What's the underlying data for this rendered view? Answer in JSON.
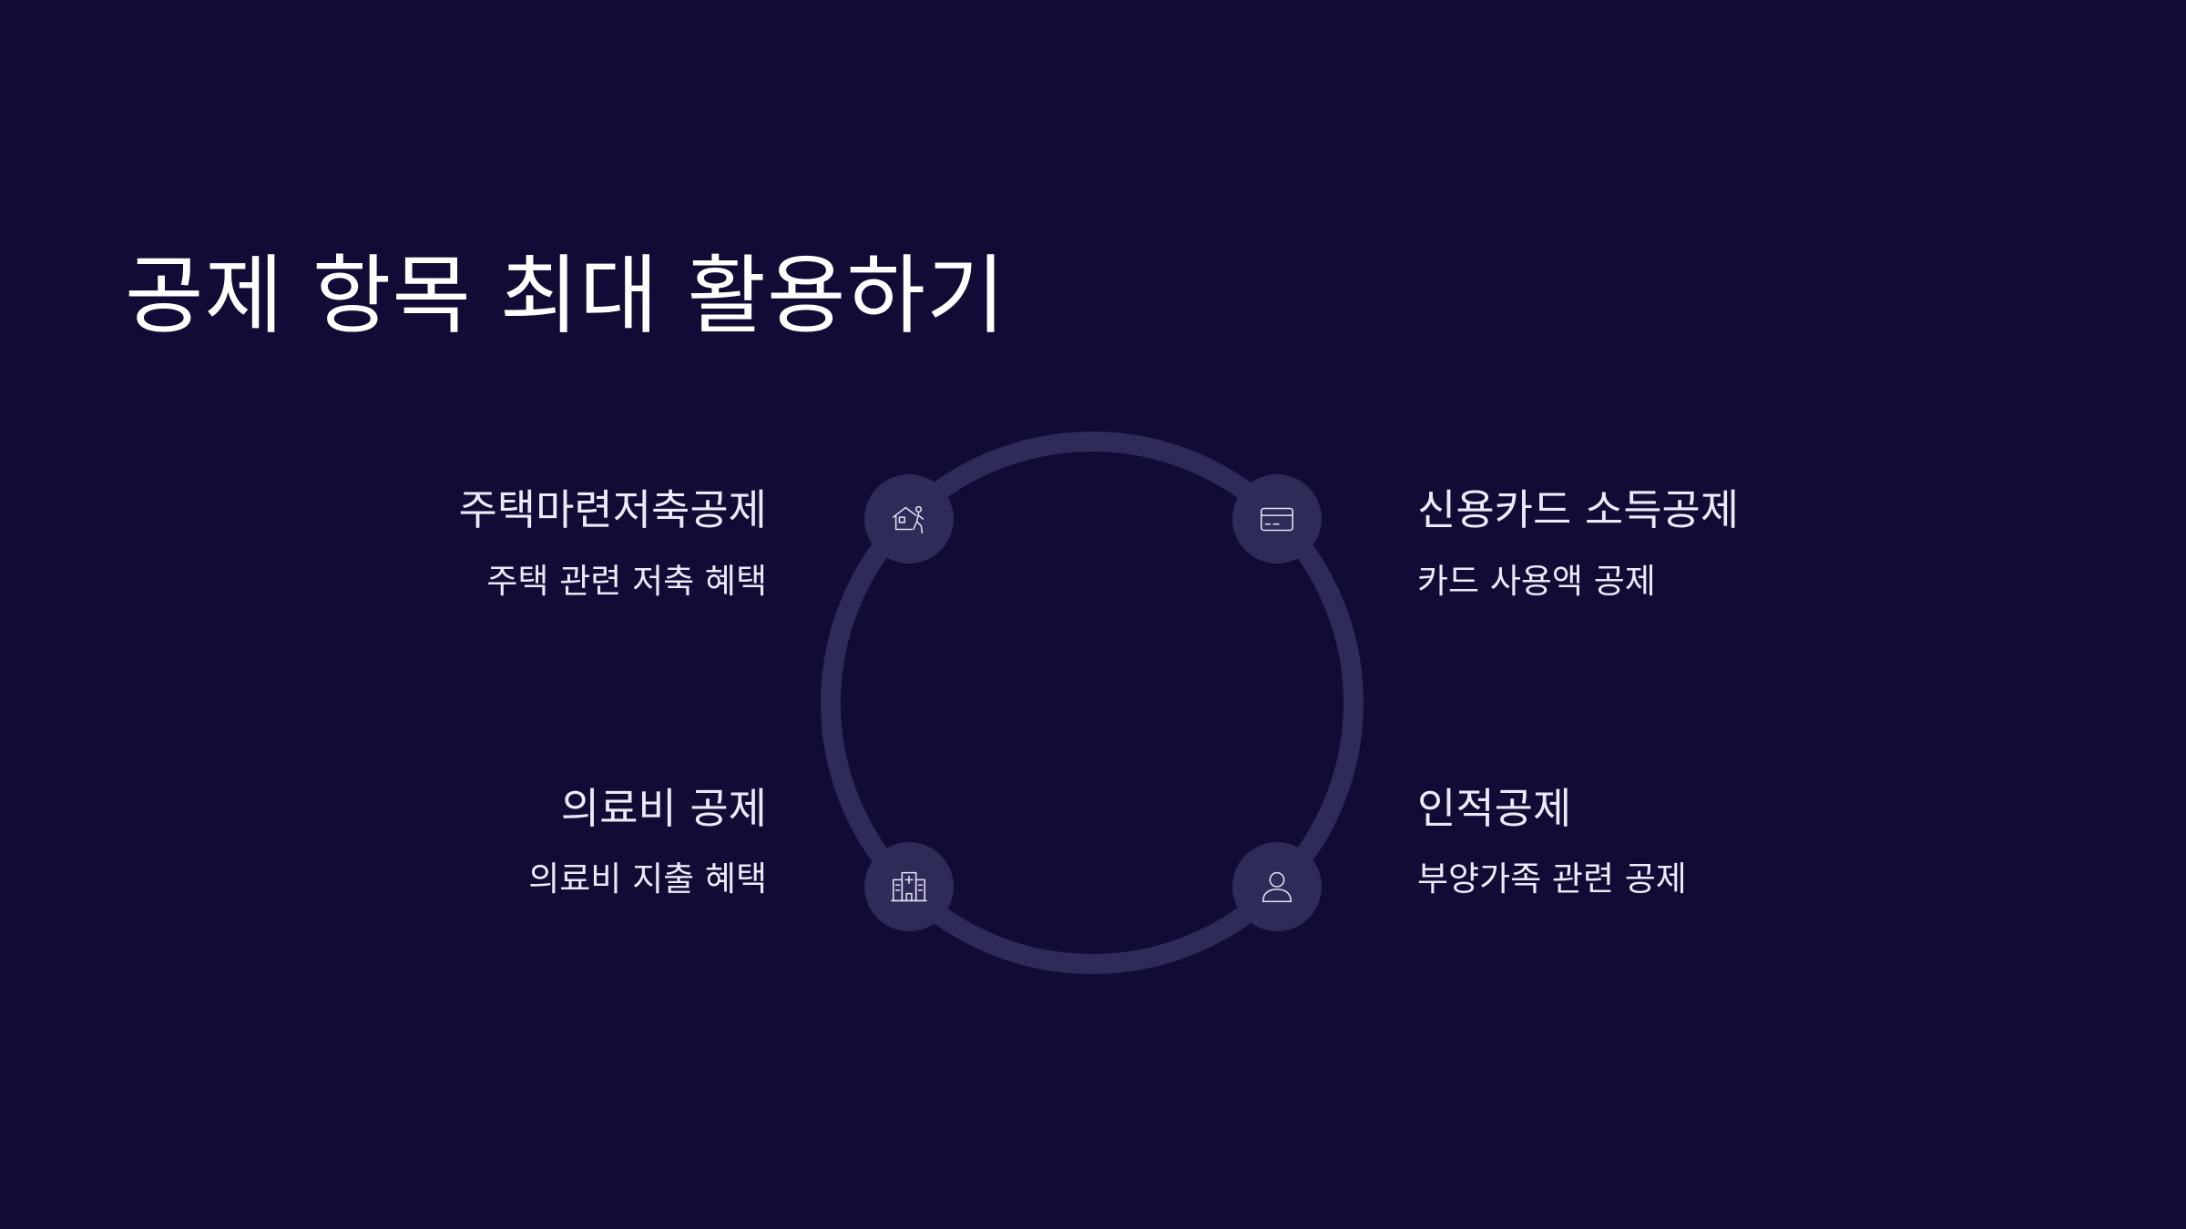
{
  "slide": {
    "title": "공제 항목 최대 활용하기"
  },
  "items": [
    {
      "title": "주택마련저축공제",
      "description": "주택 관련 저축 혜택",
      "icon": "house-person-icon"
    },
    {
      "title": "신용카드 소득공제",
      "description": "카드 사용액 공제",
      "icon": "credit-card-icon"
    },
    {
      "title": "의료비 공제",
      "description": "의료비 지출 혜택",
      "icon": "hospital-icon"
    },
    {
      "title": "인적공제",
      "description": "부양가족 관련 공제",
      "icon": "user-icon"
    }
  ],
  "colors": {
    "background": "#100c35",
    "ring": "#2f2b58",
    "node": "#2f2b58",
    "text": "#ebeaf8"
  }
}
